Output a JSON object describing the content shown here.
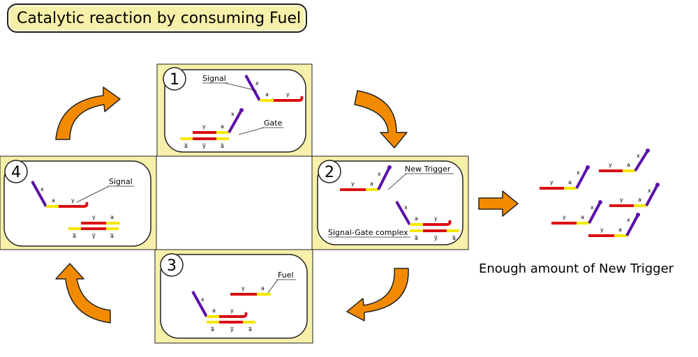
{
  "title": "Catalytic reaction by consuming Fuel",
  "caption": "Enough amount of New Trigger",
  "steps": {
    "s1": {
      "number": "1",
      "signal_label": "Signal",
      "gate_label": "Gate"
    },
    "s2": {
      "number": "2",
      "new_trigger_label": "New Trigger",
      "complex_label": "Signal-Gate complex"
    },
    "s3": {
      "number": "3",
      "fuel_label": "Fuel"
    },
    "s4": {
      "number": "4",
      "signal_label": "Signal"
    }
  },
  "domains": {
    "x": "x",
    "a": "a",
    "y": "y",
    "a_bar": "a̅",
    "y_bar": "y̅"
  },
  "colors": {
    "panel_fill": "#f6f0aa",
    "panel_inner": "#ffffff",
    "strand_red": "#d90d12",
    "strand_yellow": "#f5e800",
    "strand_purple": "#5c10a8",
    "arrow_orange": "#f28a00"
  }
}
